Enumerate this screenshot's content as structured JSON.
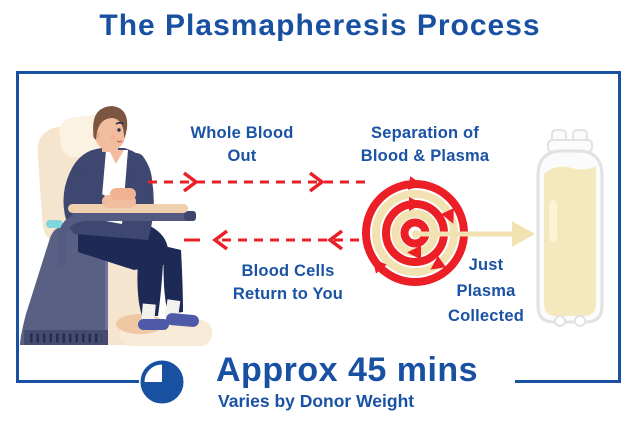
{
  "title": "The Plasmapheresis Process",
  "diagram": {
    "whole_blood_out": {
      "line1": "Whole Blood",
      "line2": "Out"
    },
    "separation": {
      "line1": "Separation of",
      "line2": "Blood & Plasma"
    },
    "blood_return": {
      "line1": "Blood Cells",
      "line2": "Return to You"
    },
    "plasma_collected": {
      "line1": "Just",
      "line2": "Plasma",
      "line3": "Collected"
    }
  },
  "footer": {
    "duration": "Approx 45 mins",
    "note": "Varies by Donor Weight",
    "clock_fraction_filled": 0.75
  },
  "icons": {
    "centrifuge": "centrifuge-spiral-icon",
    "bottle": "plasma-bottle-icon",
    "clock": "clock-icon",
    "donor": "donor-in-chair-illustration",
    "arrow_out": "dashed-arrow-right-icon",
    "arrow_return": "dashed-arrow-left-icon",
    "plasma_arrow": "plasma-flow-arrow-icon"
  },
  "colors": {
    "primary_blue": "#1850A2",
    "arrow_red": "#EC1F27",
    "centrifuge_cream": "#F2E2B2",
    "plasma_yellow": "#F4E9BC"
  }
}
